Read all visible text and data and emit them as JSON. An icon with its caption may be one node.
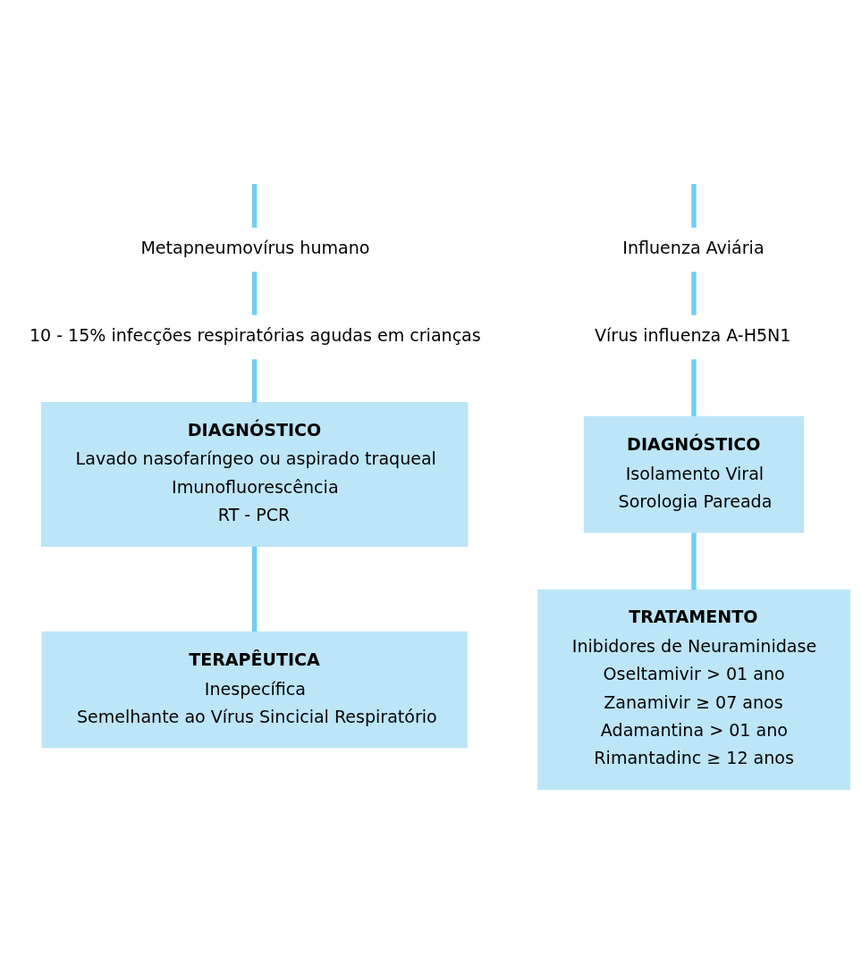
{
  "diagram": {
    "nodes": [
      {
        "text": [
          "Metapneumovírus humano"
        ]
      },
      {
        "text": [
          "10 - 15% infecções respiratórias agudas em crianças"
        ]
      },
      {
        "text": [
          "DIAGNÓSTICO",
          "Lavado nasofaríngeo ou aspirado traqueal",
          "Imunofluorescência",
          "RT - PCR"
        ]
      },
      {
        "text": [
          "TERAPÊUTICA",
          "Inespecífica",
          "Semelhante ao Vírus Sincicial Respiratório"
        ]
      },
      {
        "text": [
          "Influenza Aviária"
        ]
      },
      {
        "text": [
          "Vírus influenza A-H5N1"
        ]
      },
      {
        "text": [
          "DIAGNÓSTICO",
          "Isolamento Viral",
          "Sorologia Pareada"
        ]
      },
      {
        "text": [
          "TRATAMENTO",
          "Inibidores de Neuraminidase",
          "Oseltamivir > 01 ano",
          "Zanamivir ≥ 07 anos",
          "Adamantina > 01 ano",
          "Rimantadinc ≥ 12 anos"
        ]
      }
    ],
    "edges": [
      {
        "from": null,
        "to": 0,
        "arrow": "none"
      },
      {
        "from": null,
        "to": 4,
        "arrow": "none"
      },
      {
        "from": 0,
        "to": 1,
        "arrow": "none"
      },
      {
        "from": 1,
        "to": 2,
        "arrow": "none"
      },
      {
        "from": 2,
        "to": 3,
        "arrow": "none"
      },
      {
        "from": 4,
        "to": 5,
        "arrow": "none"
      },
      {
        "from": 5,
        "to": 6,
        "arrow": "none"
      },
      {
        "from": 6,
        "to": 7,
        "arrow": "none"
      }
    ]
  }
}
